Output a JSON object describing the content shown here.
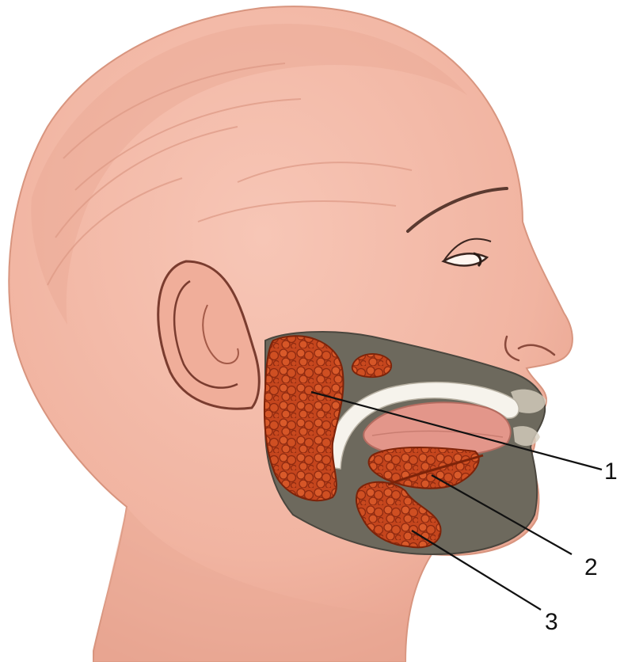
{
  "figure": {
    "subject": "head-profile-with-salivary-glands",
    "callouts": [
      {
        "label": "1",
        "points_to": "parotid-gland"
      },
      {
        "label": "2",
        "points_to": "sublingual-gland"
      },
      {
        "label": "3",
        "points_to": "submandibular-gland"
      }
    ]
  },
  "colors": {
    "skin": "#f3b9a7",
    "skin_shadow": "#e49b88",
    "dissection": "#6f6a5e",
    "gland": "#c9491f",
    "gland_dark": "#8e2a10",
    "tongue": "#e79b8f",
    "bone": "#f4f1ea",
    "ink": "#111111"
  }
}
